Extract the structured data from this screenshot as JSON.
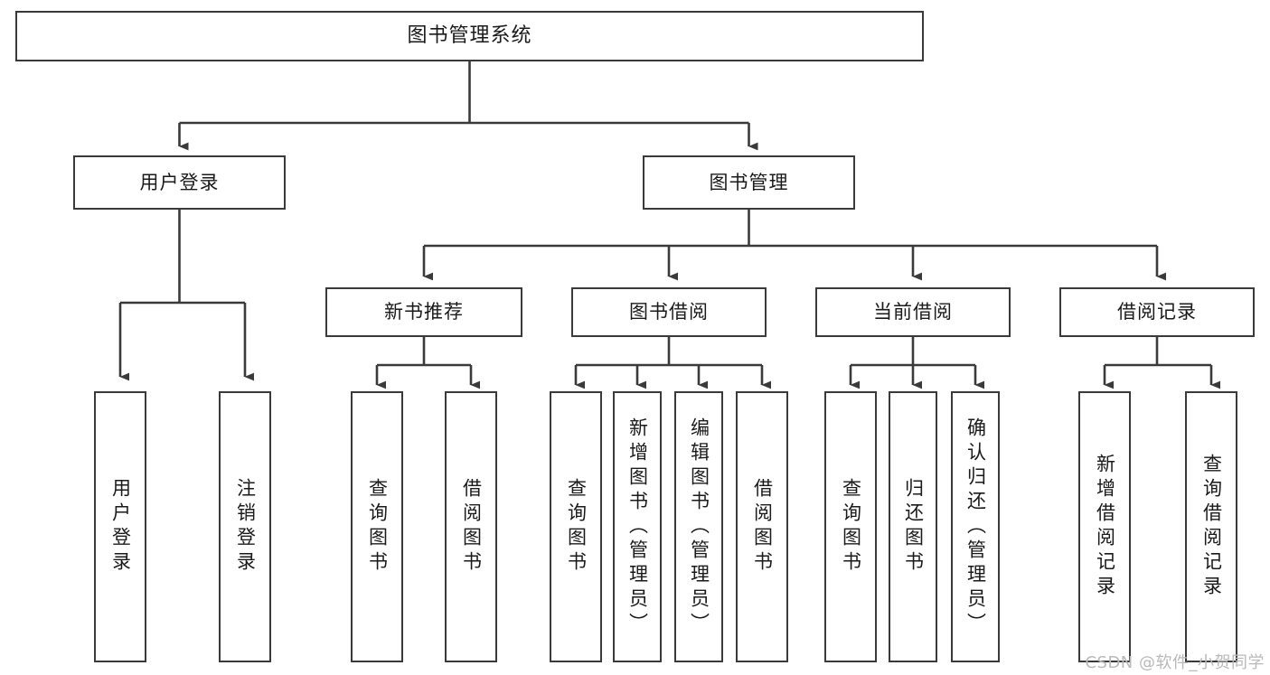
{
  "diagram": {
    "type": "tree",
    "title": "图书管理系统",
    "root": {
      "label": "图书管理系统",
      "orientation": "horizontal"
    },
    "level2": [
      {
        "label": "用户登录",
        "orientation": "horizontal"
      },
      {
        "label": "图书管理",
        "orientation": "horizontal"
      }
    ],
    "level3": [
      {
        "label": "新书推荐",
        "orientation": "horizontal"
      },
      {
        "label": "图书借阅",
        "orientation": "horizontal"
      },
      {
        "label": "当前借阅",
        "orientation": "horizontal"
      },
      {
        "label": "借阅记录",
        "orientation": "horizontal"
      }
    ],
    "leaves": [
      {
        "label": "用户登录",
        "orientation": "vertical",
        "parent": "用户登录"
      },
      {
        "label": "注销登录",
        "orientation": "vertical",
        "parent": "用户登录"
      },
      {
        "label": "查询图书",
        "orientation": "vertical",
        "parent": "新书推荐"
      },
      {
        "label": "借阅图书",
        "orientation": "vertical",
        "parent": "新书推荐"
      },
      {
        "label": "查询图书",
        "orientation": "vertical",
        "parent": "图书借阅"
      },
      {
        "label": "新增图书（管理员）",
        "orientation": "vertical",
        "parent": "图书借阅"
      },
      {
        "label": "编辑图书（管理员）",
        "orientation": "vertical",
        "parent": "图书借阅"
      },
      {
        "label": "借阅图书",
        "orientation": "vertical",
        "parent": "图书借阅"
      },
      {
        "label": "查询图书",
        "orientation": "vertical",
        "parent": "当前借阅"
      },
      {
        "label": "归还图书",
        "orientation": "vertical",
        "parent": "当前借阅"
      },
      {
        "label": "确认归还（管理员）",
        "orientation": "vertical",
        "parent": "当前借阅"
      },
      {
        "label": "新增借阅记录",
        "orientation": "vertical",
        "parent": "借阅记录"
      },
      {
        "label": "查询借阅记录",
        "orientation": "vertical",
        "parent": "借阅记录"
      }
    ],
    "colors": {
      "stroke": "#3a3a3a",
      "text": "#1a1a1a",
      "background": "#ffffff",
      "watermark": "#b9b9b9"
    }
  },
  "watermark": {
    "text": "CSDN @软件_小贺同学"
  }
}
